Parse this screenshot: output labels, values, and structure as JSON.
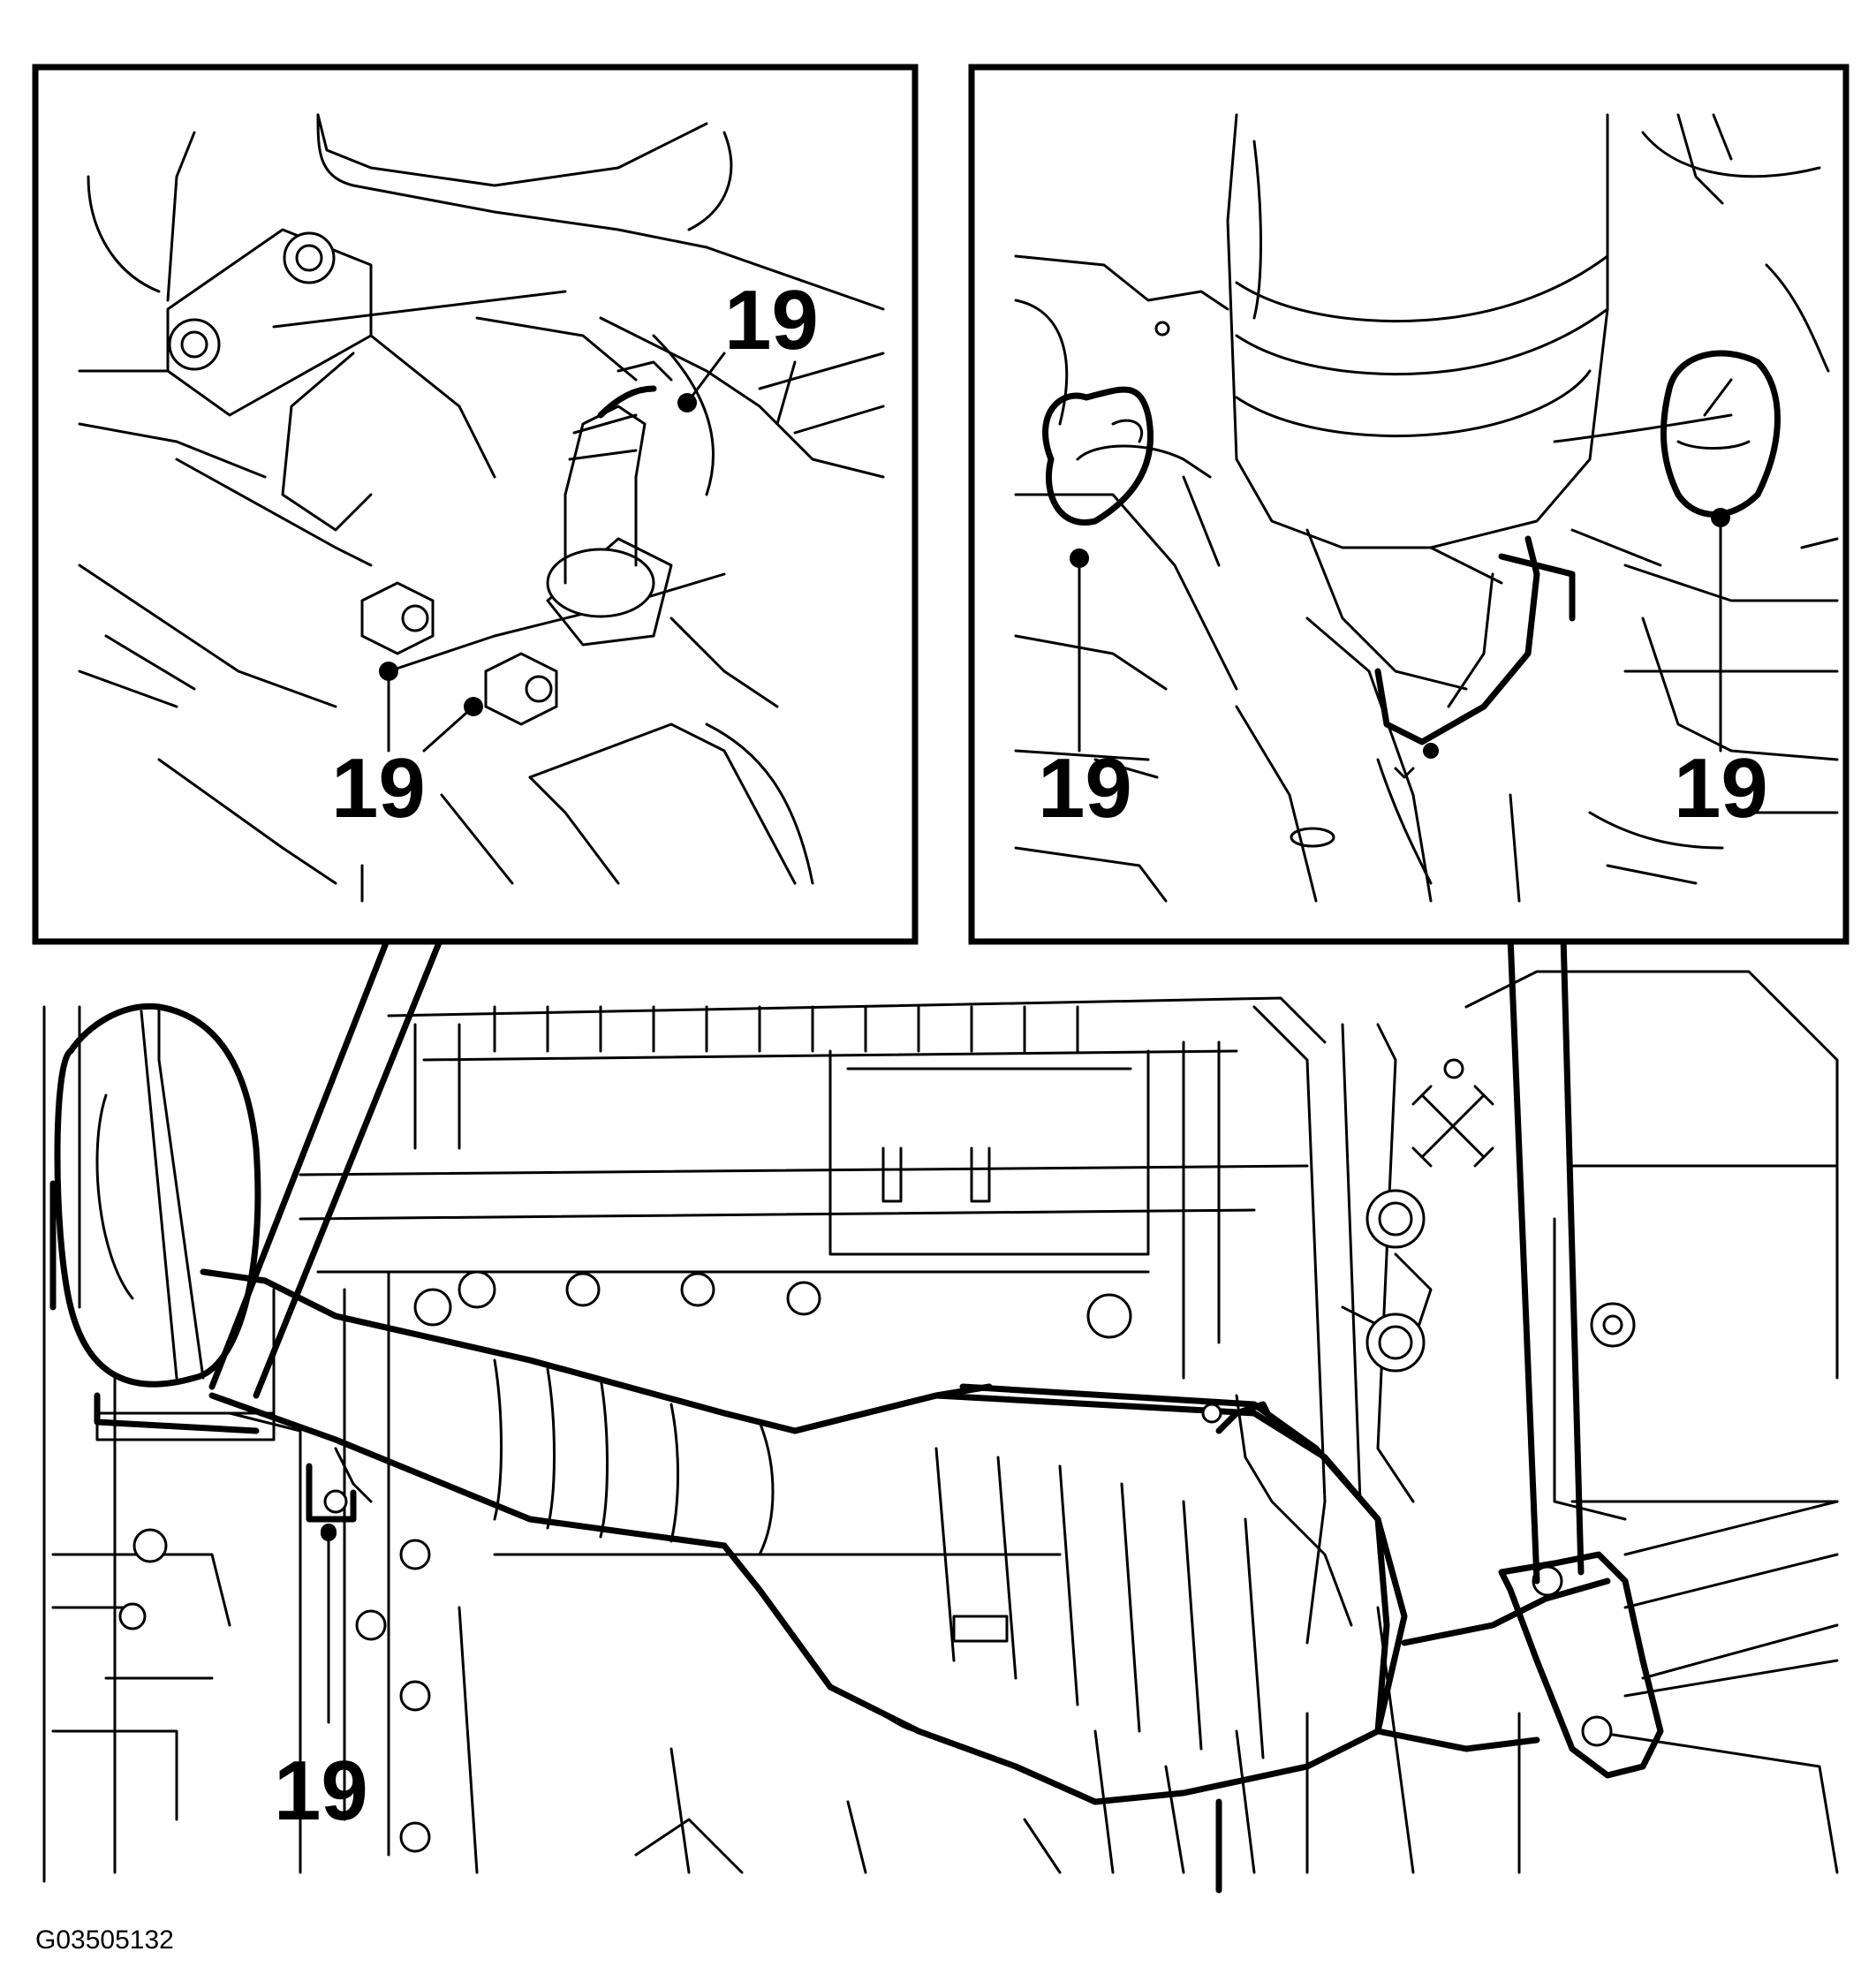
{
  "figure_id": "G03505132",
  "callouts": {
    "inset_left_top": "19",
    "inset_left_bottom": "19",
    "inset_right_left": "19",
    "inset_right_right": "19",
    "main_view": "19"
  },
  "colors": {
    "ink": "#000000",
    "paper": "#ffffff"
  }
}
